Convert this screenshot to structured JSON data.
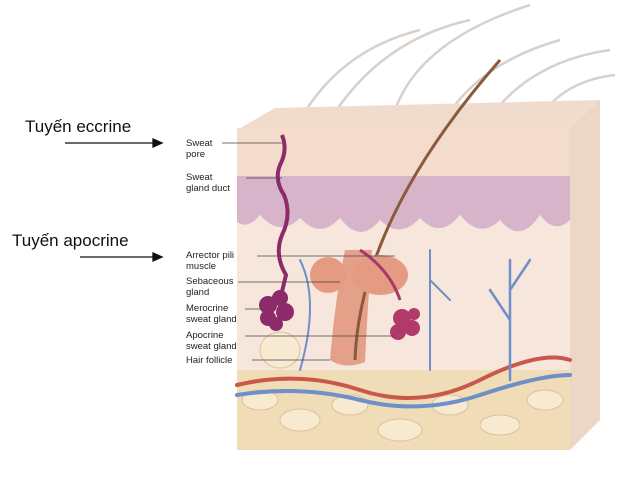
{
  "title_labels": {
    "eccrine": "Tuyến eccrine",
    "apocrine": "Tuyến apocrine"
  },
  "anatomy_labels": [
    {
      "id": "sweat-pore",
      "text": "Sweat\npore"
    },
    {
      "id": "sweat-gland-duct",
      "text": "Sweat\ngland duct"
    },
    {
      "id": "arrector-pili-muscle",
      "text": "Arrector pili\nmuscle"
    },
    {
      "id": "sebaceous-gland",
      "text": "Sebaceous\ngland"
    },
    {
      "id": "merocrine-sweat-gland",
      "text": "Merocrine\nsweat gland"
    },
    {
      "id": "apocrine-sweat-gland",
      "text": "Apocrine\nsweat gland"
    },
    {
      "id": "hair-follicle",
      "text": "Hair follicle"
    }
  ],
  "colors": {
    "epidermis": "#f3dccb",
    "dermis": "#f6e6dc",
    "basal": "#c99bb8",
    "gland": "#8c2a6a",
    "vessel_blue": "#6f8fc8",
    "vessel_red": "#c9584a",
    "hypodermis": "#f1dcb8"
  }
}
